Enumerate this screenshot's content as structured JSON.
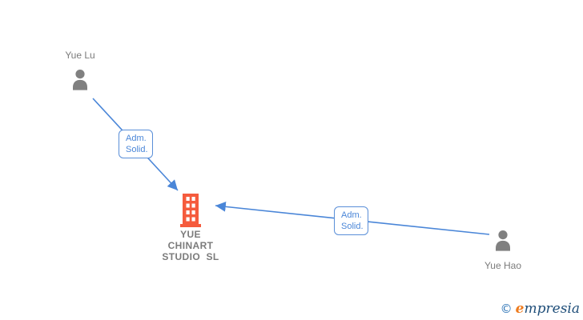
{
  "colors": {
    "edge_blue": "#4a86d8",
    "label_text_blue": "#4a86d8",
    "label_border_blue": "#5a8fd8",
    "building_orange": "#f55b3d",
    "person_gray": "#808080",
    "name_gray": "#7b7b7b",
    "logo_blue": "#2a72b5",
    "logo_orange": "#ee7b1e",
    "logo_navy": "#1f4e79"
  },
  "nodes": {
    "yue_lu": {
      "label": "Yue Lu"
    },
    "company": {
      "full_name": "YUE CHINART STUDIO SL",
      "line1": "YUE",
      "line2": "CHINART",
      "line3": "STUDIO  SL"
    },
    "yue_hao": {
      "label": "Yue Hao"
    }
  },
  "edges": {
    "lu_to_company": {
      "line1": "Adm.",
      "line2": "Solid."
    },
    "hao_to_company": {
      "line1": "Adm.",
      "line2": "Solid."
    }
  },
  "logo": {
    "copyright": "©",
    "brand_initial": "e",
    "brand_rest": "mpresia"
  }
}
